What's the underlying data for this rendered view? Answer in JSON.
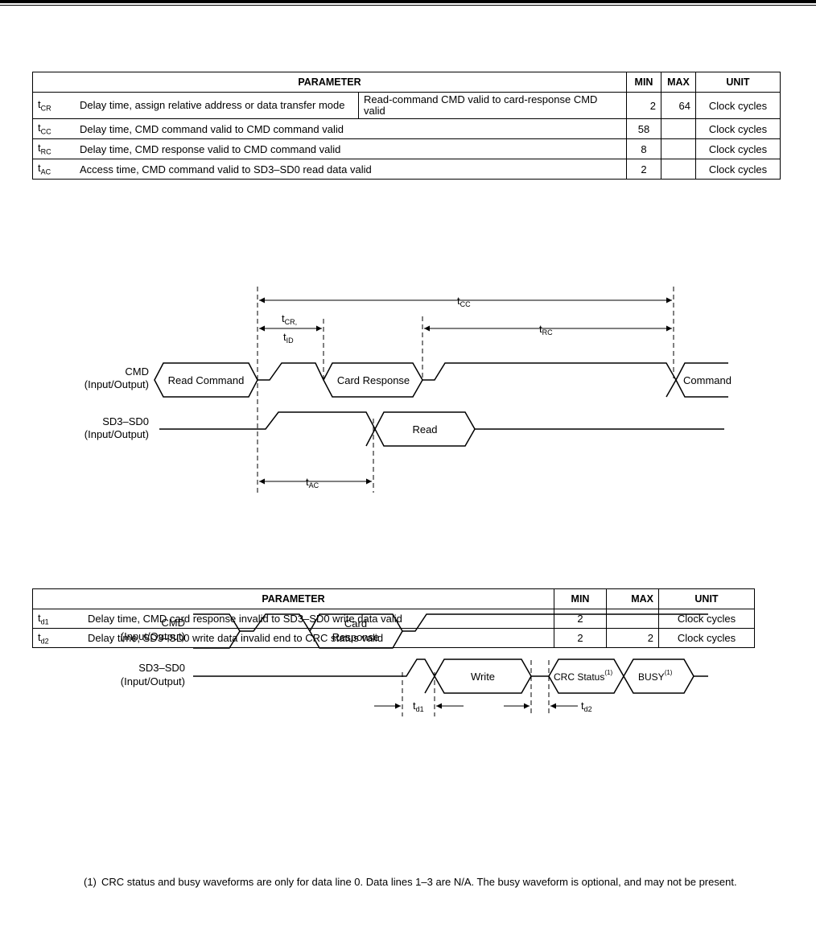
{
  "table1": {
    "header": {
      "parameter": "PARAMETER",
      "min": "MIN",
      "max": "MAX",
      "unit": "UNIT"
    },
    "rows": [
      {
        "sym": "t",
        "sub": "CR",
        "desc": "Delay time, assign relative address or data transfer mode",
        "cond": "Read-command CMD valid to card-response CMD valid",
        "min": "2",
        "max": "64",
        "unit": "Clock cycles"
      },
      {
        "sym": "t",
        "sub": "CC",
        "desc": "Delay time, CMD command valid to CMD command valid",
        "min": "58",
        "max": "",
        "unit": "Clock cycles"
      },
      {
        "sym": "t",
        "sub": "RC",
        "desc": "Delay time, CMD response valid to CMD command valid",
        "min": "8",
        "max": "",
        "unit": "Clock cycles"
      },
      {
        "sym": "t",
        "sub": "AC",
        "desc": "Access time, CMD command valid to SD3–SD0 read data valid",
        "min": "2",
        "max": "",
        "unit": "Clock cycles"
      }
    ]
  },
  "diagram1": {
    "cmd_label": [
      "CMD",
      "(Input/Output)"
    ],
    "sd_label": [
      "SD3–SD0",
      "(Input/Output)"
    ],
    "read_command": "Read Command",
    "card_response": "Card Response",
    "command": "Command",
    "read": "Read",
    "t_cc": {
      "t": "t",
      "sub": "CC"
    },
    "t_cr": {
      "t": "t",
      "sub": "CR,"
    },
    "t_id": {
      "t": "t",
      "sub": "ID"
    },
    "t_rc": {
      "t": "t",
      "sub": "RC"
    },
    "t_ac": {
      "t": "t",
      "sub": "AC"
    }
  },
  "table2": {
    "header": {
      "parameter": "PARAMETER",
      "min": "MIN",
      "max": "MAX",
      "unit": "UNIT"
    },
    "rows": [
      {
        "sym": "t",
        "sub": "d1",
        "desc": "Delay time, CMD card response invalid to SD3–SD0 write data valid",
        "min": "2",
        "max": "",
        "unit": "Clock cycles"
      },
      {
        "sym": "t",
        "sub": "d2",
        "desc": "Delay time, SD3–SD0 write data invalid end to CRC status valid",
        "min": "2",
        "max": "2",
        "unit": "Clock cycles"
      }
    ]
  },
  "diagram2": {
    "cmd_label": [
      "CMD",
      "(Input/Output)"
    ],
    "sd_label": [
      "SD3–SD0",
      "(Input/Output)"
    ],
    "card_response": [
      "Card",
      "Response"
    ],
    "write": "Write",
    "crc_status": "CRC Status",
    "crc_sup": "(1)",
    "busy": "BUSY",
    "busy_sup": "(1)",
    "t_d1": {
      "t": "t",
      "sub": "d1"
    },
    "t_d2": {
      "t": "t",
      "sub": "d2"
    }
  },
  "footnote": {
    "num": "(1)",
    "text": "CRC status and busy waveforms are only for data line 0. Data lines 1–3 are N/A. The busy waveform is optional, and may not be present."
  }
}
